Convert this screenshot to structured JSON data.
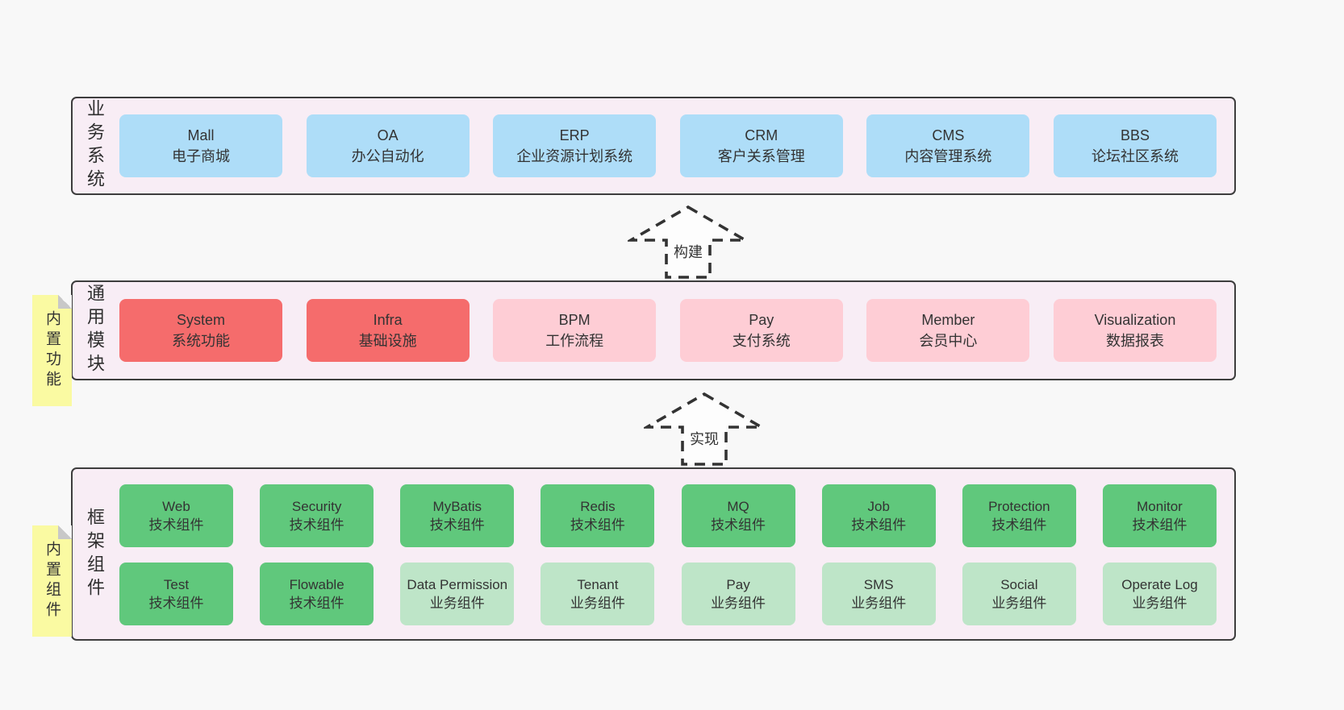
{
  "colors": {
    "page_bg": "#f8f8f8",
    "section_bg": "#f8edf5",
    "section_border": "#3d3d3d",
    "box_blue": "#aeddf8",
    "box_red": "#f56c6c",
    "box_pink": "#fecdd5",
    "box_green": "#60c87c",
    "box_light_green": "#bee5c8",
    "sticky_yellow": "#fafaa2",
    "sticky_fold_gray": "#c8c8c8",
    "text": "#333333"
  },
  "arrows": [
    {
      "label": "构建"
    },
    {
      "label": "实现"
    }
  ],
  "sections": {
    "business": {
      "title": "业务系统",
      "boxes": [
        {
          "name": "Mall",
          "desc": "电子商城",
          "variant": "blue"
        },
        {
          "name": "OA",
          "desc": "办公自动化",
          "variant": "blue"
        },
        {
          "name": "ERP",
          "desc": "企业资源计划系统",
          "variant": "blue"
        },
        {
          "name": "CRM",
          "desc": "客户关系管理",
          "variant": "blue"
        },
        {
          "name": "CMS",
          "desc": "内容管理系统",
          "variant": "blue"
        },
        {
          "name": "BBS",
          "desc": "论坛社区系统",
          "variant": "blue"
        }
      ]
    },
    "modules": {
      "title": "通用模块",
      "sticky": "内置功能",
      "boxes": [
        {
          "name": "System",
          "desc": "系统功能",
          "variant": "red"
        },
        {
          "name": "Infra",
          "desc": "基础设施",
          "variant": "red"
        },
        {
          "name": "BPM",
          "desc": "工作流程",
          "variant": "pink"
        },
        {
          "name": "Pay",
          "desc": "支付系统",
          "variant": "pink"
        },
        {
          "name": "Member",
          "desc": "会员中心",
          "variant": "pink"
        },
        {
          "name": "Visualization",
          "desc": "数据报表",
          "variant": "pink"
        }
      ]
    },
    "framework": {
      "title": "框架组件",
      "sticky": "内置组件",
      "rows": [
        [
          {
            "name": "Web",
            "desc": "技术组件",
            "variant": "green"
          },
          {
            "name": "Security",
            "desc": "技术组件",
            "variant": "green"
          },
          {
            "name": "MyBatis",
            "desc": "技术组件",
            "variant": "green"
          },
          {
            "name": "Redis",
            "desc": "技术组件",
            "variant": "green"
          },
          {
            "name": "MQ",
            "desc": "技术组件",
            "variant": "green"
          },
          {
            "name": "Job",
            "desc": "技术组件",
            "variant": "green"
          },
          {
            "name": "Protection",
            "desc": "技术组件",
            "variant": "green"
          },
          {
            "name": "Monitor",
            "desc": "技术组件",
            "variant": "green"
          }
        ],
        [
          {
            "name": "Test",
            "desc": "技术组件",
            "variant": "green"
          },
          {
            "name": "Flowable",
            "desc": "技术组件",
            "variant": "green"
          },
          {
            "name": "Data Permission",
            "desc": "业务组件",
            "variant": "light-green"
          },
          {
            "name": "Tenant",
            "desc": "业务组件",
            "variant": "light-green"
          },
          {
            "name": "Pay",
            "desc": "业务组件",
            "variant": "light-green"
          },
          {
            "name": "SMS",
            "desc": "业务组件",
            "variant": "light-green"
          },
          {
            "name": "Social",
            "desc": "业务组件",
            "variant": "light-green"
          },
          {
            "name": "Operate Log",
            "desc": "业务组件",
            "variant": "light-green"
          }
        ]
      ]
    }
  }
}
